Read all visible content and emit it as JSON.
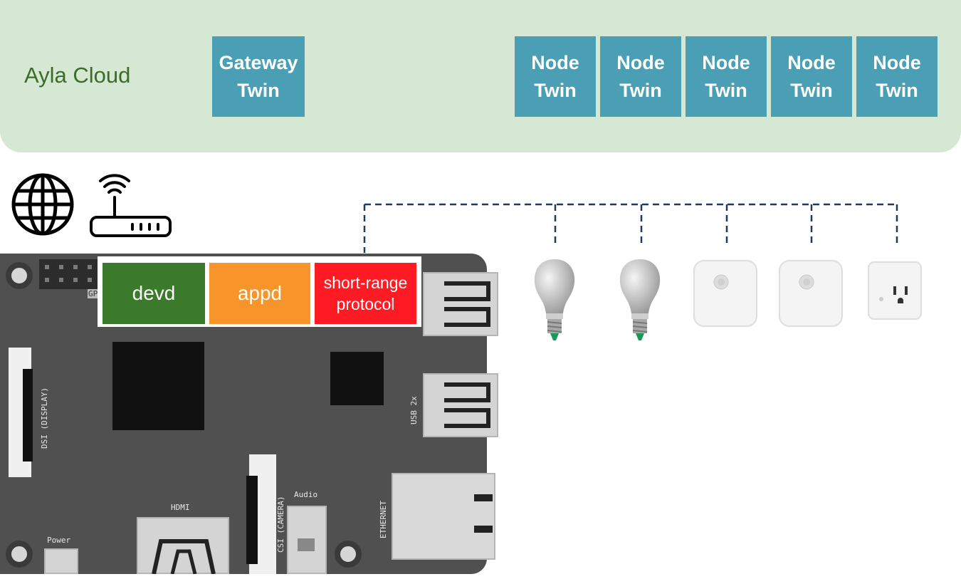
{
  "cloud": {
    "label": "Ayla Cloud",
    "color": "#d5e8d4",
    "gateway_twin": {
      "line1": "Gateway",
      "line2": "Twin"
    },
    "node_twins": [
      {
        "line1": "Node",
        "line2": "Twin"
      },
      {
        "line1": "Node",
        "line2": "Twin"
      },
      {
        "line1": "Node",
        "line2": "Twin"
      },
      {
        "line1": "Node",
        "line2": "Twin"
      },
      {
        "line1": "Node",
        "line2": "Twin"
      }
    ],
    "twin_color": "#4a9fb5"
  },
  "icons": [
    "globe-icon",
    "wifi-router-icon"
  ],
  "software": [
    {
      "label": "devd",
      "color": "#3a7a2a"
    },
    {
      "label": "appd",
      "color": "#f7952b"
    },
    {
      "line1": "short-range",
      "line2": "protocol",
      "color": "#ff1a24"
    }
  ],
  "board": {
    "dsi": "DSI (DISPLAY)",
    "csi": "CSI (CAMERA)",
    "hdmi": "HDMI",
    "audio": "Audio",
    "power": "Power",
    "usb": "USB 2x",
    "ethernet": "ETHERNET",
    "gpio": "GP"
  },
  "devices": [
    "light-bulb",
    "light-bulb",
    "motion-sensor",
    "motion-sensor",
    "smart-plug"
  ]
}
